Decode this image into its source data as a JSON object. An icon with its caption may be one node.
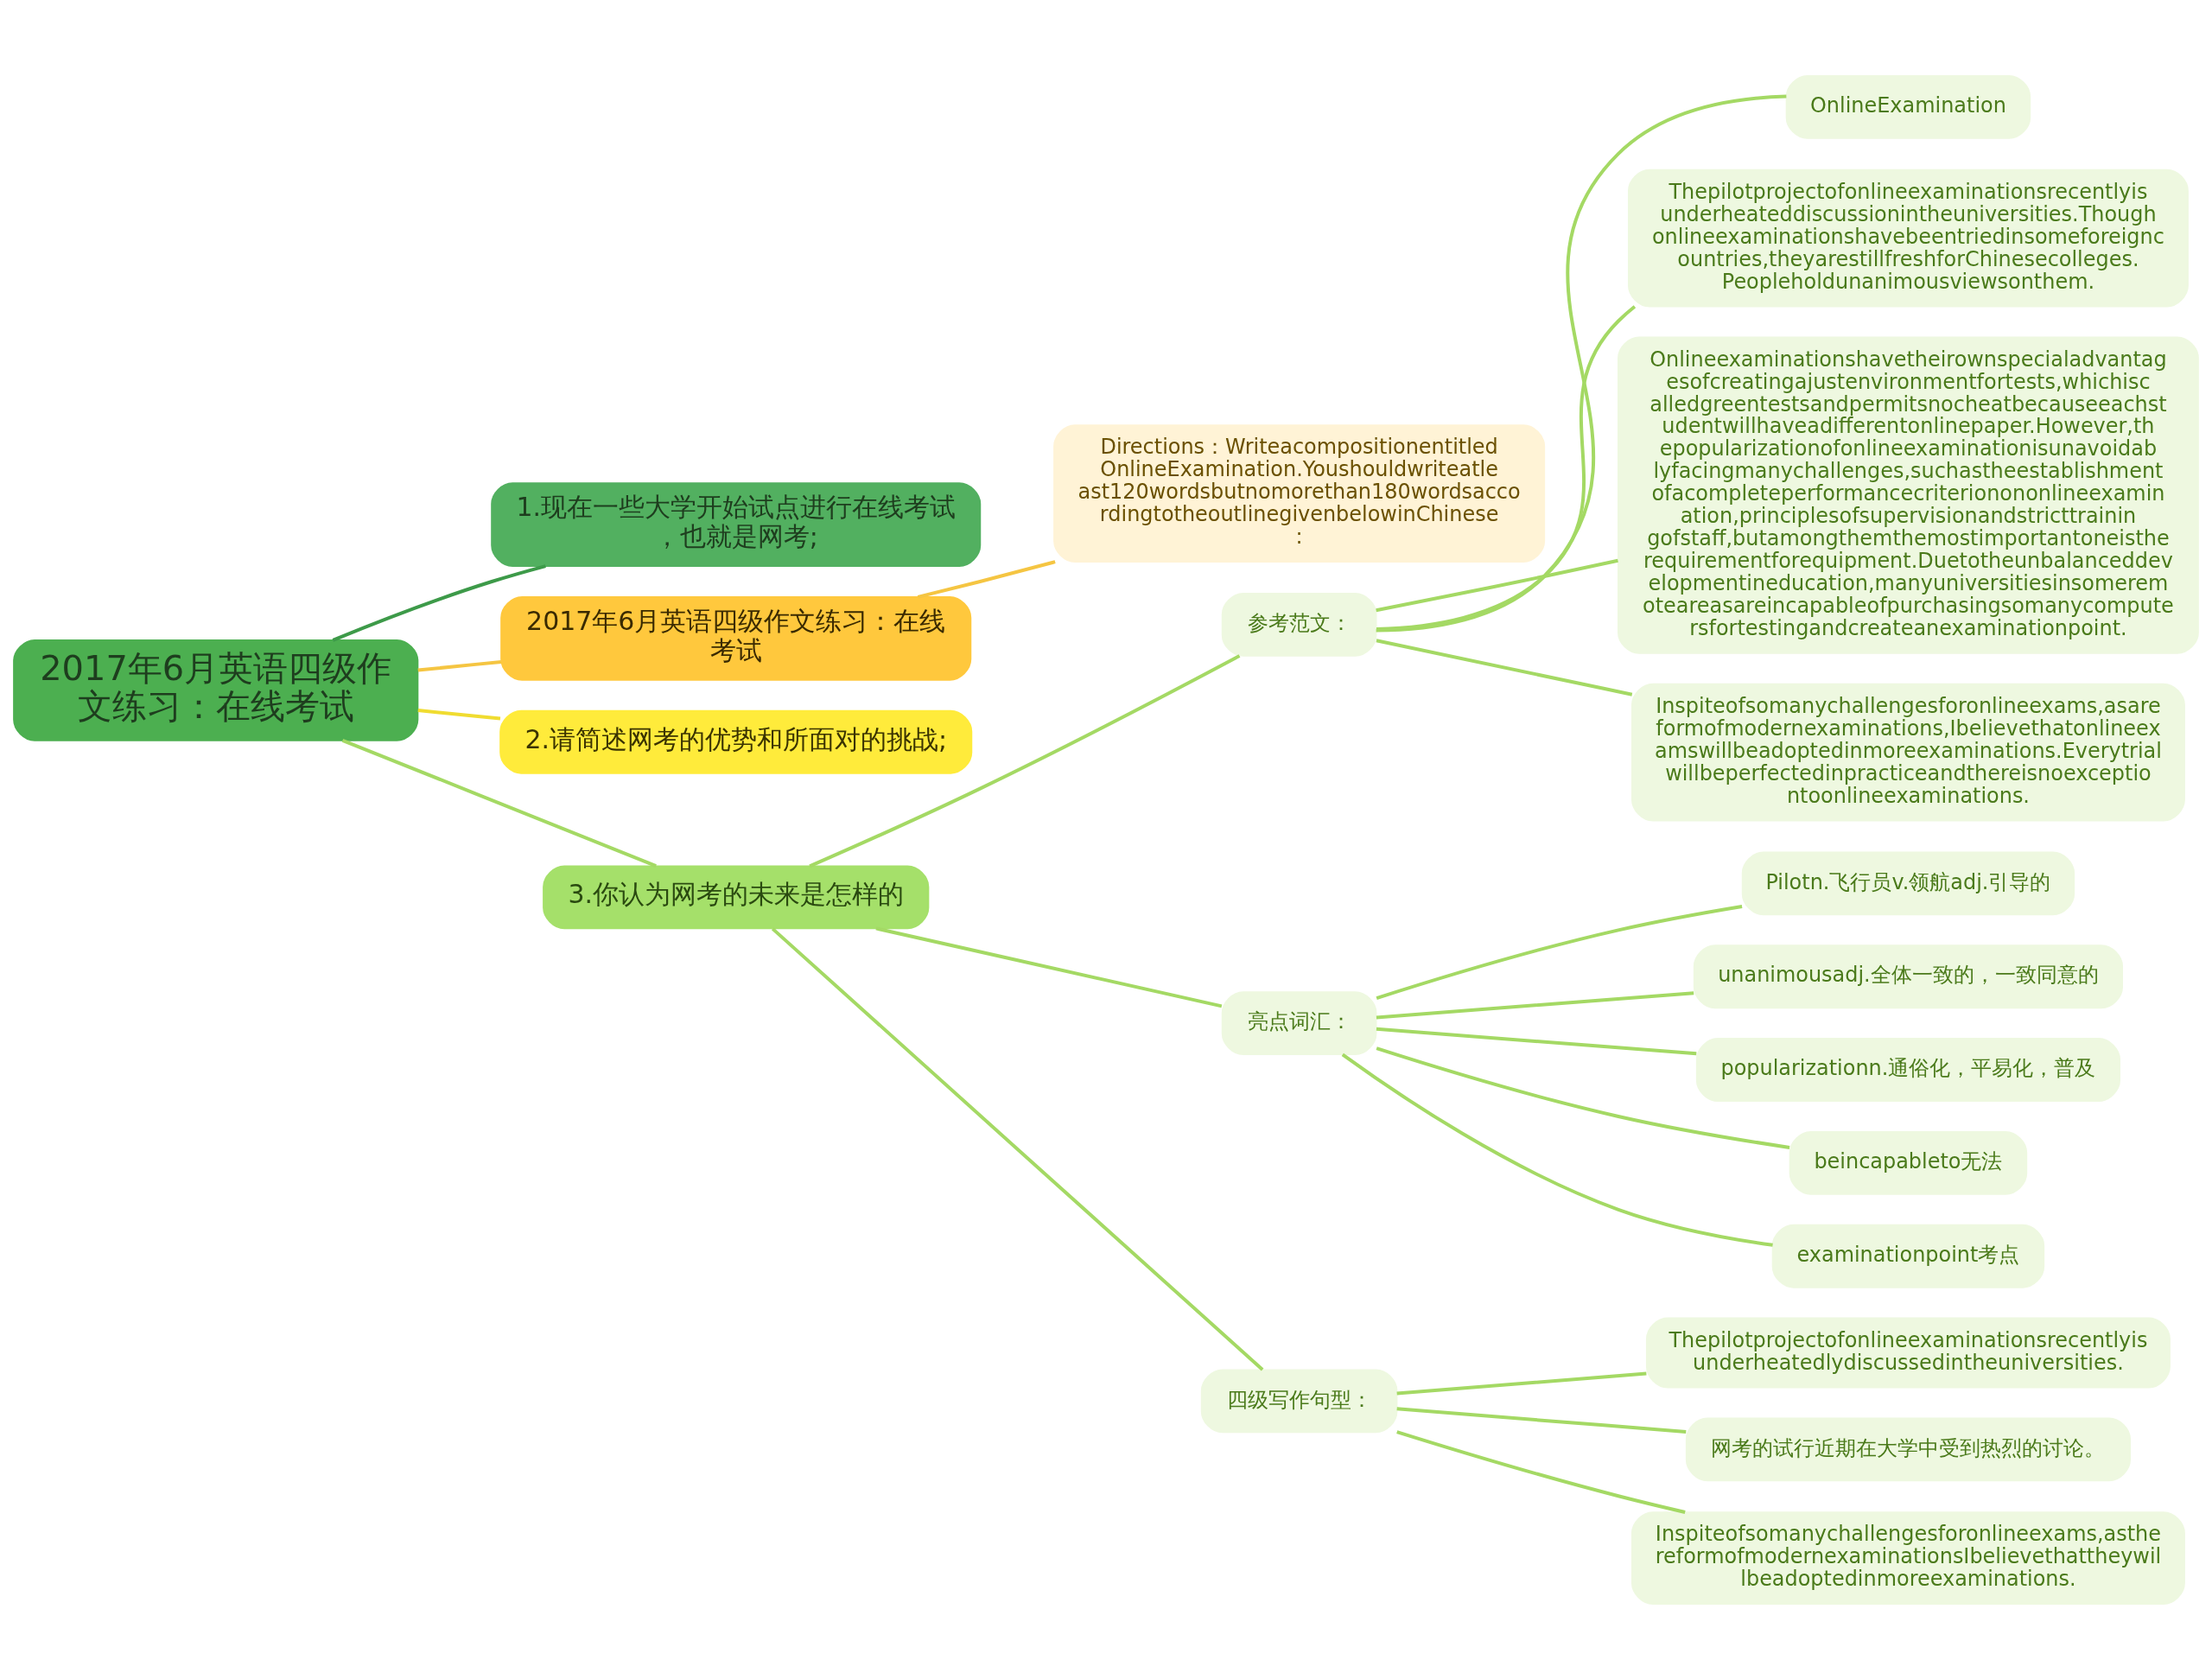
{
  "diagram": {
    "nodes": [
      {
        "text": [
          "2017年6月英语四级作文练习：在线考试"
        ]
      },
      {
        "text": [
          "1.现在一些大学开始试点进行在线考试，也就是网考;"
        ]
      },
      {
        "text": [
          "2017年6月英语四级作文练习：在线考试"
        ]
      },
      {
        "text": [
          "Directions：WriteacompositionentitledOnlineExamination.Youshouldwriteatleast120wordsbutnomorethan180wordsaccordingtotheoutlinegivenbelowinChinese:"
        ]
      },
      {
        "text": [
          "2.请简述网考的优势和所面对的挑战;"
        ]
      },
      {
        "text": [
          "3.你认为网考的未来是怎样的"
        ]
      },
      {
        "text": [
          "参考范文："
        ]
      },
      {
        "text": [
          "OnlineExamination"
        ]
      },
      {
        "text": [
          "Thepilotprojectofonlineexaminationsrecentlyisunderheateddiscussionintheuniversities.Thoughonlineexaminationshavebeentriedinsomeforeigncountries,theyarestillfreshforChinesecolleges.Peopleholdunanimousviewsonthem."
        ]
      },
      {
        "text": [
          "Onlineexaminationshavetheirownspecialadvantagesofcreatingajustenvironmentfortests,whichiscalledgreentestsandpermitsnocheatbecauseeachstudentwillhaveadifferentonlinepaper.However,thepopularizationofonlineexaminationisunavoidablyfacingmanychallenges,suchastheestablishmentofacompleteperformancecriterionononlineexamination,principlesofsupervisionandstricttrainingofstaff,butamongthemthemostimportantoneistherequirementforequipment.Duetotheunbalanceddevelopmentineducation,manyuniversitiesinsomeremoteareasareincapableofpurchasingsomanycomputersfortestingandcreateanexaminationpoint."
        ]
      },
      {
        "text": [
          "Inspiteofsomanychallengesforonlineexams,asareformofmodernexaminations,Ibelievethatonlineexamswillbeadoptedinmoreexaminations.Everytrialwillbeperfectedinpracticeandthereisnoexceptiontoonlineexaminations."
        ]
      },
      {
        "text": [
          "亮点词汇："
        ]
      },
      {
        "text": [
          "Pilotn.飞行员v.领航adj.引导的"
        ]
      },
      {
        "text": [
          "unanimousadj.全体一致的，一致同意的"
        ]
      },
      {
        "text": [
          "popularizationn.通俗化，平易化，普及"
        ]
      },
      {
        "text": [
          "beincapableto无法"
        ]
      },
      {
        "text": [
          "examinationpoint考点"
        ]
      },
      {
        "text": [
          "四级写作句型："
        ]
      },
      {
        "text": [
          "Thepilotprojectofonlineexaminationsrecentlyisunderheatedlydiscussedintheuniversities."
        ]
      },
      {
        "text": [
          "网考的试行近期在大学中受到热烈的讨论。"
        ]
      },
      {
        "text": [
          "Inspiteofsomanychallengesforonlineexams,asthereformofmodernexaminationsIbelievethattheywillbeadoptedinmoreexaminations."
        ]
      }
    ],
    "edges": [
      {
        "from": 0,
        "to": 1,
        "arrow": "none",
        "color": "#3d9a49"
      },
      {
        "from": 0,
        "to": 2,
        "arrow": "none",
        "color": "#f5c542"
      },
      {
        "from": 2,
        "to": 3,
        "arrow": "none",
        "color": "#f5c542"
      },
      {
        "from": 0,
        "to": 4,
        "arrow": "none",
        "color": "#f0dc30"
      },
      {
        "from": 0,
        "to": 5,
        "arrow": "none"
      },
      {
        "from": 5,
        "to": 6,
        "arrow": "none"
      },
      {
        "from": 6,
        "to": 7,
        "arrow": "none"
      },
      {
        "from": 6,
        "to": 8,
        "arrow": "none"
      },
      {
        "from": 6,
        "to": 9,
        "arrow": "none"
      },
      {
        "from": 6,
        "to": 10,
        "arrow": "none"
      },
      {
        "from": 5,
        "to": 11,
        "arrow": "none"
      },
      {
        "from": 11,
        "to": 12,
        "arrow": "none"
      },
      {
        "from": 11,
        "to": 13,
        "arrow": "none"
      },
      {
        "from": 11,
        "to": 14,
        "arrow": "none"
      },
      {
        "from": 11,
        "to": 15,
        "arrow": "none"
      },
      {
        "from": 11,
        "to": 16,
        "arrow": "none"
      },
      {
        "from": 5,
        "to": 17,
        "arrow": "none"
      },
      {
        "from": 17,
        "to": 18,
        "arrow": "none"
      },
      {
        "from": 17,
        "to": 19,
        "arrow": "none"
      },
      {
        "from": 17,
        "to": 20,
        "arrow": "none"
      }
    ]
  }
}
